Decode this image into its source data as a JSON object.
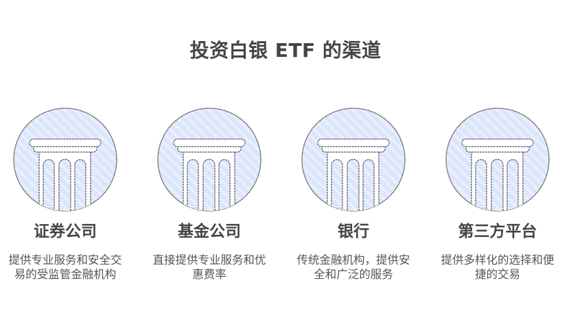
{
  "title": "投资白银 ETF 的渠道",
  "colors": {
    "circle_fill": "#dce6fb",
    "circle_stripe": "#e9effc",
    "stroke": "#555555",
    "pillar_fill": "#ffffff",
    "title_text": "#444444",
    "desc_text": "#555555"
  },
  "channels": [
    {
      "icon": "pillar-icon",
      "title": "证券公司",
      "description": "提供专业服务和安全交易的受监管金融机构"
    },
    {
      "icon": "pillar-icon",
      "title": "基金公司",
      "description": "直接提供专业服务和优惠费率"
    },
    {
      "icon": "pillar-icon",
      "title": "银行",
      "description": "传统金融机构，提供安全和广泛的服务"
    },
    {
      "icon": "pillar-icon",
      "title": "第三方平台",
      "description": "提供多样化的选择和便捷的交易"
    }
  ]
}
